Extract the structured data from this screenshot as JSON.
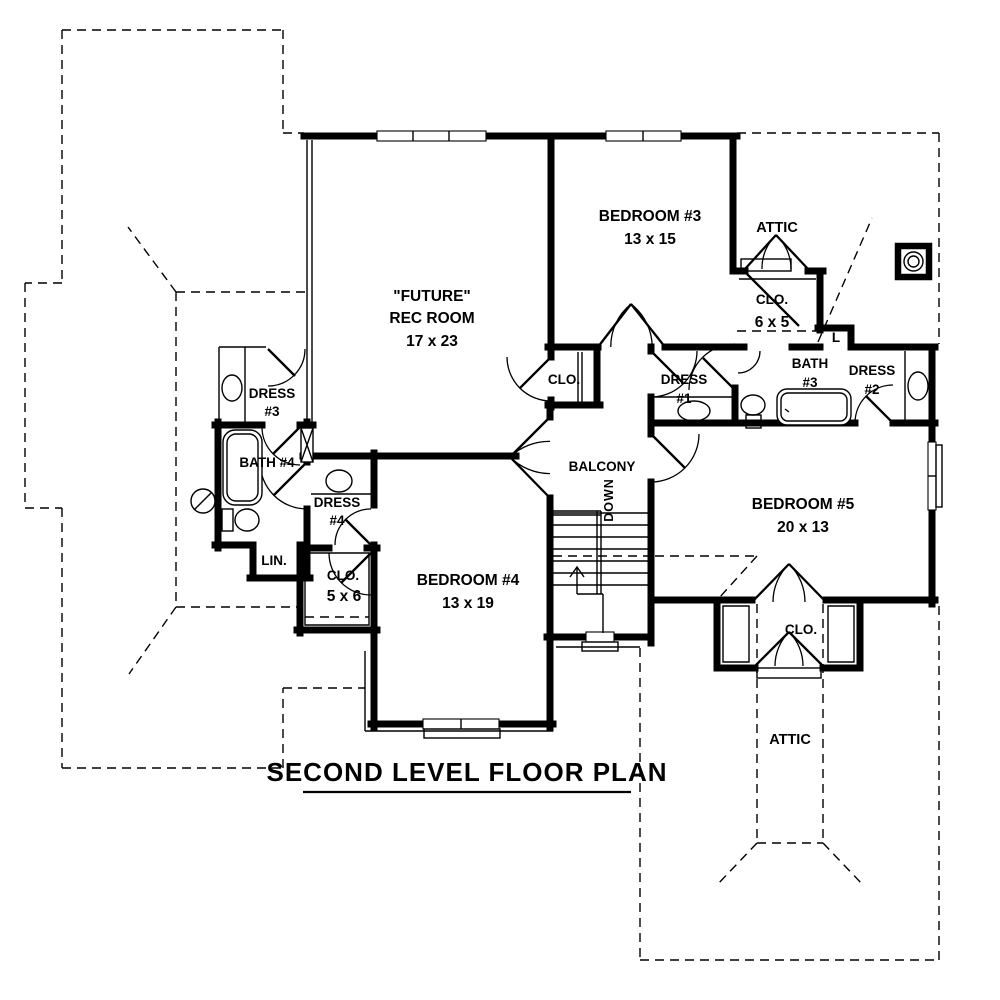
{
  "colors": {
    "ink": "#000000",
    "paper": "#ffffff"
  },
  "title": {
    "text": "SECOND LEVEL FLOOR PLAN"
  },
  "labels": {
    "rec_room": {
      "line1": "\"FUTURE\"",
      "line2": "REC ROOM",
      "dims": "17 x 23"
    },
    "bedroom3": {
      "name": "BEDROOM #3",
      "dims": "13 x 15"
    },
    "attic_upper": {
      "name": "ATTIC"
    },
    "clo_6x5": {
      "name": "CLO.",
      "dims": "6 x 5"
    },
    "linen_closet": {
      "name": "L"
    },
    "bath3": {
      "line1": "BATH",
      "line2": "#3"
    },
    "dress2": {
      "line1": "DRESS",
      "line2": "#2"
    },
    "dress1": {
      "line1": "DRESS",
      "line2": "#1"
    },
    "clo_balcony": {
      "name": "CLO."
    },
    "balcony": {
      "name": "BALCONY"
    },
    "stairs": {
      "direction": "DOWN"
    },
    "bedroom5": {
      "name": "BEDROOM #5",
      "dims": "20 x 13"
    },
    "clo_bedroom5": {
      "name": "CLO."
    },
    "attic_lower": {
      "name": "ATTIC"
    },
    "dress3": {
      "line1": "DRESS",
      "line2": "#3"
    },
    "bath4": {
      "name": "BATH #4"
    },
    "dress4": {
      "line1": "DRESS",
      "line2": "#4"
    },
    "lin": {
      "name": "LIN."
    },
    "clo_5x6": {
      "name": "CLO.",
      "dims": "5 x 6"
    },
    "bedroom4": {
      "name": "BEDROOM #4",
      "dims": "13 x 19"
    }
  }
}
